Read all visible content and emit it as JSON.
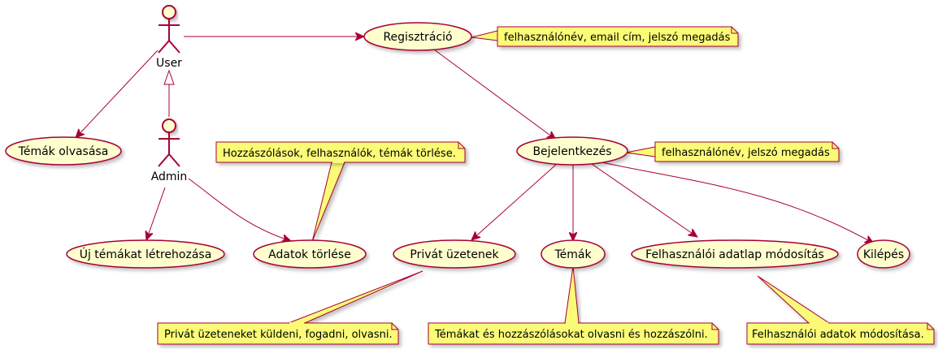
{
  "colors": {
    "line": "#A80036",
    "usecase_fill": "#FEFECE",
    "note_fill": "#FBFB77",
    "note_stroke": "#A80036",
    "background": "#FFFFFF"
  },
  "actors": {
    "user": {
      "label": "User"
    },
    "admin": {
      "label": "Admin"
    }
  },
  "usecases": {
    "regisztracio": "Regisztráció",
    "temak_olvasasa": "Témák olvasása",
    "bejelentkezes": "Bejelentkezés",
    "uj_temakat": "Új témákat létrehozása",
    "adatok_torlese": "Adatok törlése",
    "privat_uzenetek": "Privát üzetenek",
    "temak": "Témák",
    "felhasznaloi_adatlap": "Felhasználói adatlap módosítás",
    "kilepes": "Kilépés"
  },
  "notes": {
    "regisztracio": "felhasználónév, email cím, jelszó megadás",
    "bejelentkezes": "felhasználónév, jelszó megadás",
    "adatok_torlese": "Hozzászólások, felhasználók, témák törlése.",
    "privat_uzenetek": "Privát üzeteneket küldeni, fogadni, olvasni.",
    "temak": "Témákat és hozzászólásokat olvasni és hozzászólni.",
    "felhasznaloi_adatlap": "Felhasználói adatok módosítása."
  }
}
